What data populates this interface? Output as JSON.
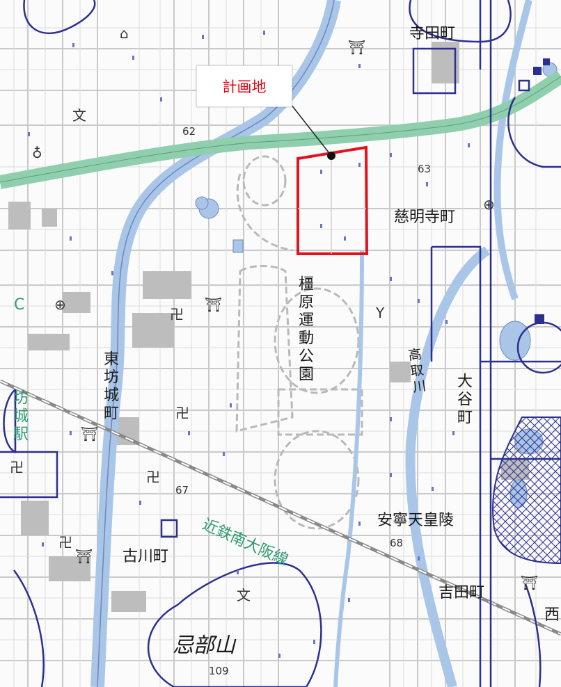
{
  "callout": {
    "label": "計画地"
  },
  "place_labels": {
    "terada": "寺田町",
    "keimyoji": "慈明寺町",
    "kashihara_park": "橿原運動公園",
    "higashi_bojo": "東坊城町",
    "bojo_station": "坊城駅",
    "takatori_river": "高取川",
    "otani": "大谷町",
    "furukawa": "古川町",
    "annei": "安寧天皇陵",
    "yoshida": "吉田町",
    "imbeyama": "忌部山",
    "nishi": "西",
    "kintetsu_line": "近鉄南大阪線",
    "elev_62": "62",
    "elev_63": "63",
    "elev_67": "67",
    "elev_68": "68",
    "elev_109": "109"
  },
  "colors": {
    "plan_site_outline": "#e0141e",
    "boundary_lines": "#2b2f8f",
    "highway": "#8fcfae",
    "river": "#a9c6e8",
    "rail_label": "#2e9a72"
  },
  "icons": [
    "shrine-icon",
    "temple-icon",
    "school-icon",
    "post-office-icon",
    "police-icon",
    "library-icon"
  ]
}
